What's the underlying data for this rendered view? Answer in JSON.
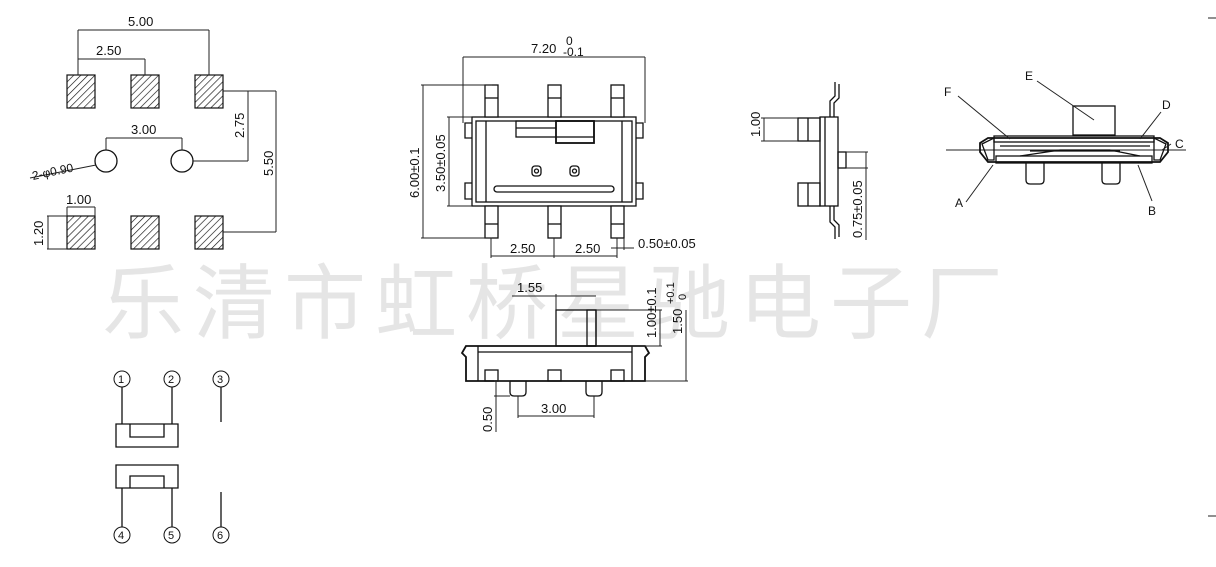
{
  "watermark": "乐清市虹桥星驰电子厂",
  "footprint": {
    "dim_top": "5.00",
    "dim_pitch": "2.50",
    "dim_hole_spacing": "3.00",
    "dim_hole_label": "2-φ0.90",
    "dim_row_offset": "2.75",
    "dim_row_pitch": "5.50",
    "dim_pad_width": "1.00",
    "dim_pad_height": "1.20"
  },
  "front_view": {
    "dim_width": "7.20",
    "dim_width_tol_upper": "0",
    "dim_width_tol_lower": "-0.1",
    "dim_height": "6.00±0.1",
    "dim_body_height": "3.50±0.05",
    "dim_pitch_left": "2.50",
    "dim_pitch_right": "2.50",
    "dim_pin_width": "0.50±0.05"
  },
  "side_view": {
    "dim_lever": "1.00",
    "dim_thickness": "0.75±0.05"
  },
  "bottom_view": {
    "dim_actuator_width": "1.55",
    "dim_actuator_height": "1.00±0.1",
    "dim_total_height": "1.50",
    "dim_total_height_tol_upper": "+0.1",
    "dim_total_height_tol_lower": "0",
    "dim_peg_height": "0.50",
    "dim_peg_spacing": "3.00"
  },
  "section_view": {
    "label_a": "A",
    "label_b": "B",
    "label_c": "C",
    "label_d": "D",
    "label_e": "E",
    "label_f": "F"
  },
  "schematic": {
    "pins": [
      "1",
      "2",
      "3",
      "4",
      "5",
      "6"
    ]
  }
}
